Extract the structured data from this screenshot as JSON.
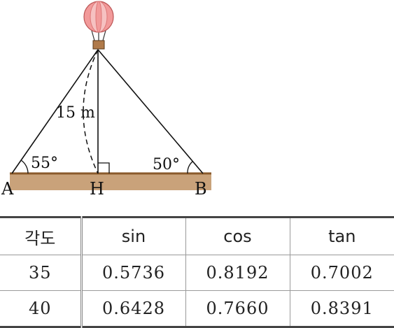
{
  "diagram": {
    "points": {
      "A": "A",
      "H": "H",
      "B": "B"
    },
    "length_label": "15 m",
    "angle_A": "55°",
    "angle_B": "50°"
  },
  "table": {
    "headers": [
      "각도",
      "sin",
      "cos",
      "tan"
    ],
    "rows": [
      [
        "35",
        "0.5736",
        "0.8192",
        "0.7002"
      ],
      [
        "40",
        "0.6428",
        "0.7660",
        "0.8391"
      ]
    ]
  },
  "colors": {
    "ground": "#c9a27a",
    "ground_edge": "#8a5a2b",
    "balloon": "#f29a9a",
    "balloon_stripe": "#f6c1c1",
    "basket": "#b07a4a"
  }
}
